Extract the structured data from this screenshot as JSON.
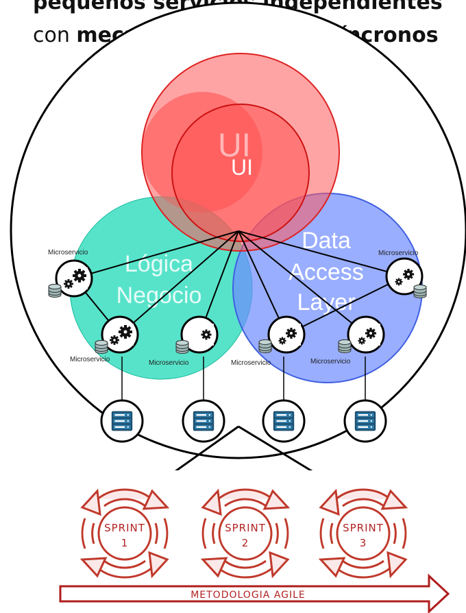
{
  "title": {
    "line1": "pequeños servicios independientes",
    "line2_prefix": "con ",
    "line2_bold": "mecanismos ligeros asíncronos"
  },
  "venn": {
    "ui_shadow": "UI",
    "ui": "UI",
    "logic_line1": "Lógica",
    "logic_line2": "Negocio",
    "data_line1": "Data",
    "data_line2": "Access",
    "data_line3": "Layer"
  },
  "microservices": {
    "label": "Microservicio",
    "count": 6
  },
  "servers": {
    "count": 4
  },
  "sprints": [
    {
      "label": "SPRINT",
      "number": "1"
    },
    {
      "label": "SPRINT",
      "number": "2"
    },
    {
      "label": "SPRINT",
      "number": "3"
    }
  ],
  "methodology": "METODOLOGIA AGILE",
  "colors": {
    "ui": "#ff5a5a",
    "logic": "#1fd9b8",
    "data": "#6d8cff",
    "sprint": "#c0392b"
  }
}
